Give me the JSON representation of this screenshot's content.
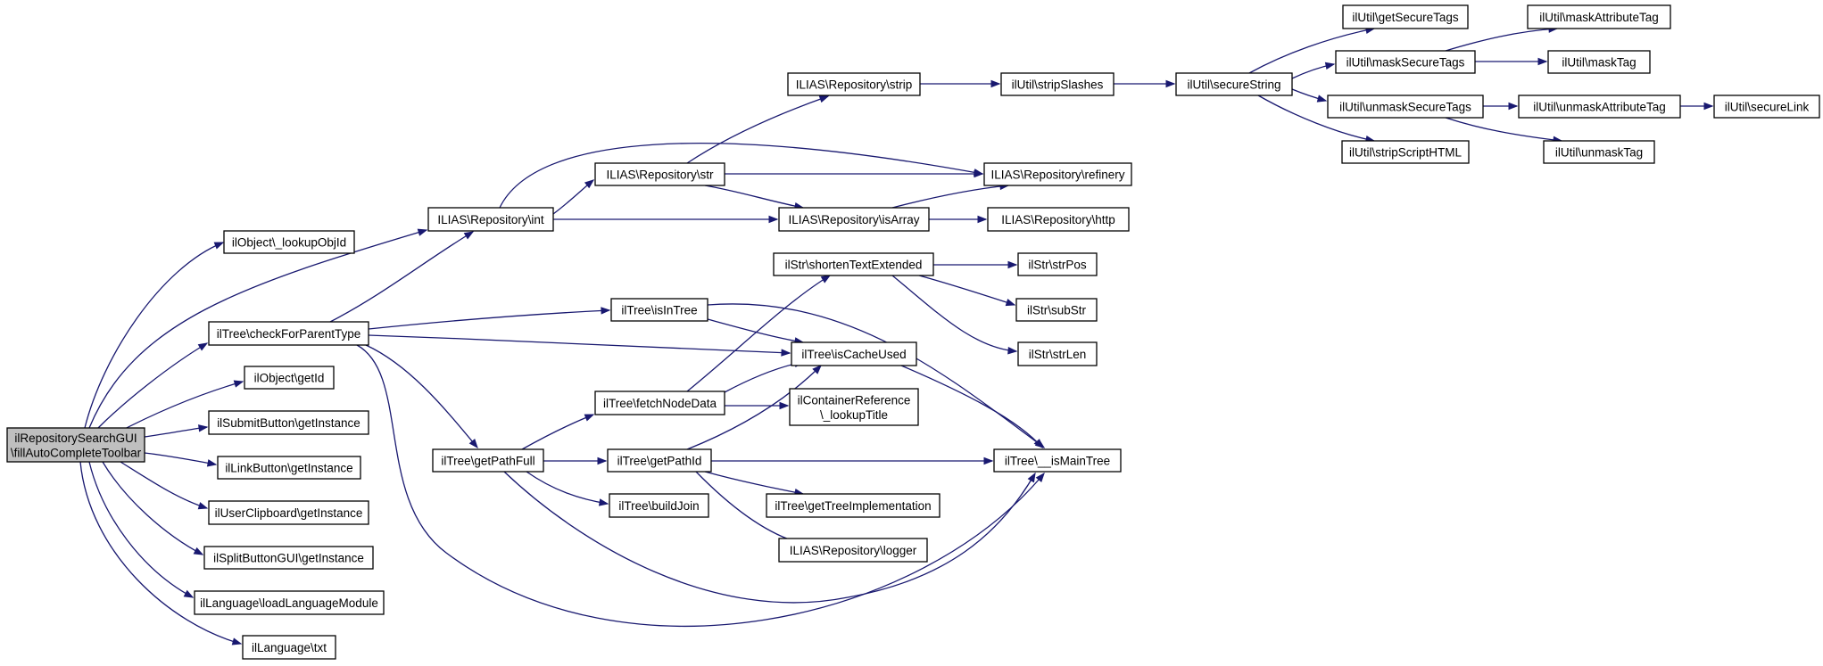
{
  "graph": {
    "type": "call-graph",
    "colors": {
      "edge": "#191970",
      "node_border": "#000000",
      "root_fill": "#bfbfbf",
      "node_fill": "#ffffff"
    },
    "nodes": [
      {
        "id": "root",
        "lines": [
          "ilRepositorySearchGUI",
          "\\fillAutoCompleteToolbar"
        ],
        "root": true
      },
      {
        "id": "lookupObjId",
        "lines": [
          "ilObject\\_lookupObjId"
        ]
      },
      {
        "id": "checkForParentType",
        "lines": [
          "ilTree\\checkForParentType"
        ]
      },
      {
        "id": "getId",
        "lines": [
          "ilObject\\getId"
        ]
      },
      {
        "id": "submitGetInstance",
        "lines": [
          "ilSubmitButton\\getInstance"
        ]
      },
      {
        "id": "linkGetInstance",
        "lines": [
          "ilLinkButton\\getInstance"
        ]
      },
      {
        "id": "clipGetInstance",
        "lines": [
          "ilUserClipboard\\getInstance"
        ]
      },
      {
        "id": "splitGetInstance",
        "lines": [
          "ilSplitButtonGUI\\getInstance"
        ]
      },
      {
        "id": "loadLangModule",
        "lines": [
          "ilLanguage\\loadLanguageModule"
        ]
      },
      {
        "id": "langTxt",
        "lines": [
          "ilLanguage\\txt"
        ]
      },
      {
        "id": "repoInt",
        "lines": [
          "ILIAS\\Repository\\int"
        ]
      },
      {
        "id": "getPathFull",
        "lines": [
          "ilTree\\getPathFull"
        ]
      },
      {
        "id": "repoStrip",
        "lines": [
          "ILIAS\\Repository\\strip"
        ]
      },
      {
        "id": "repoStr",
        "lines": [
          "ILIAS\\Repository\\str"
        ]
      },
      {
        "id": "repoIsArray",
        "lines": [
          "ILIAS\\Repository\\isArray"
        ]
      },
      {
        "id": "shortenText",
        "lines": [
          "ilStr\\shortenTextExtended"
        ]
      },
      {
        "id": "isInTree",
        "lines": [
          "ilTree\\isInTree"
        ]
      },
      {
        "id": "isCacheUsed",
        "lines": [
          "ilTree\\isCacheUsed"
        ]
      },
      {
        "id": "fetchNodeData",
        "lines": [
          "ilTree\\fetchNodeData"
        ]
      },
      {
        "id": "lookupTitle",
        "lines": [
          "ilContainerReference",
          "\\_lookupTitle"
        ]
      },
      {
        "id": "getPathId",
        "lines": [
          "ilTree\\getPathId"
        ]
      },
      {
        "id": "buildJoin",
        "lines": [
          "ilTree\\buildJoin"
        ]
      },
      {
        "id": "getTreeImpl",
        "lines": [
          "ilTree\\getTreeImplementation"
        ]
      },
      {
        "id": "repoLogger",
        "lines": [
          "ILIAS\\Repository\\logger"
        ]
      },
      {
        "id": "stripSlashes",
        "lines": [
          "ilUtil\\stripSlashes"
        ]
      },
      {
        "id": "refinery",
        "lines": [
          "ILIAS\\Repository\\refinery"
        ]
      },
      {
        "id": "repoHttp",
        "lines": [
          "ILIAS\\Repository\\http"
        ]
      },
      {
        "id": "strPos",
        "lines": [
          "ilStr\\strPos"
        ]
      },
      {
        "id": "subStr",
        "lines": [
          "ilStr\\subStr"
        ]
      },
      {
        "id": "strLen",
        "lines": [
          "ilStr\\strLen"
        ]
      },
      {
        "id": "isMainTree",
        "lines": [
          "ilTree\\__isMainTree"
        ]
      },
      {
        "id": "secureString",
        "lines": [
          "ilUtil\\secureString"
        ]
      },
      {
        "id": "getSecureTags",
        "lines": [
          "ilUtil\\getSecureTags"
        ]
      },
      {
        "id": "maskSecureTags",
        "lines": [
          "ilUtil\\maskSecureTags"
        ]
      },
      {
        "id": "unmaskSecureTags",
        "lines": [
          "ilUtil\\unmaskSecureTags"
        ]
      },
      {
        "id": "stripScriptHTML",
        "lines": [
          "ilUtil\\stripScriptHTML"
        ]
      },
      {
        "id": "maskAttributeTag",
        "lines": [
          "ilUtil\\maskAttributeTag"
        ]
      },
      {
        "id": "maskTag",
        "lines": [
          "ilUtil\\maskTag"
        ]
      },
      {
        "id": "unmaskAttributeTag",
        "lines": [
          "ilUtil\\unmaskAttributeTag"
        ]
      },
      {
        "id": "unmaskTag",
        "lines": [
          "ilUtil\\unmaskTag"
        ]
      },
      {
        "id": "secureLink",
        "lines": [
          "ilUtil\\secureLink"
        ]
      }
    ],
    "edges": [
      {
        "from": "root",
        "to": "lookupObjId"
      },
      {
        "from": "root",
        "to": "repoInt"
      },
      {
        "from": "root",
        "to": "checkForParentType"
      },
      {
        "from": "root",
        "to": "getId"
      },
      {
        "from": "root",
        "to": "submitGetInstance"
      },
      {
        "from": "root",
        "to": "linkGetInstance"
      },
      {
        "from": "root",
        "to": "clipGetInstance"
      },
      {
        "from": "root",
        "to": "splitGetInstance"
      },
      {
        "from": "root",
        "to": "loadLangModule"
      },
      {
        "from": "root",
        "to": "langTxt"
      },
      {
        "from": "checkForParentType",
        "to": "repoInt"
      },
      {
        "from": "checkForParentType",
        "to": "isInTree"
      },
      {
        "from": "checkForParentType",
        "to": "isCacheUsed"
      },
      {
        "from": "checkForParentType",
        "to": "getPathFull"
      },
      {
        "from": "checkForParentType",
        "to": "isMainTree"
      },
      {
        "from": "repoInt",
        "to": "repoStr"
      },
      {
        "from": "repoInt",
        "to": "repoIsArray"
      },
      {
        "from": "repoInt",
        "to": "refinery"
      },
      {
        "from": "repoStr",
        "to": "repoStrip"
      },
      {
        "from": "repoStr",
        "to": "refinery"
      },
      {
        "from": "repoStr",
        "to": "repoIsArray"
      },
      {
        "from": "repoIsArray",
        "to": "refinery"
      },
      {
        "from": "repoIsArray",
        "to": "repoHttp"
      },
      {
        "from": "repoStrip",
        "to": "stripSlashes"
      },
      {
        "from": "stripSlashes",
        "to": "secureString"
      },
      {
        "from": "secureString",
        "to": "getSecureTags"
      },
      {
        "from": "secureString",
        "to": "maskSecureTags"
      },
      {
        "from": "secureString",
        "to": "unmaskSecureTags"
      },
      {
        "from": "secureString",
        "to": "stripScriptHTML"
      },
      {
        "from": "maskSecureTags",
        "to": "maskAttributeTag"
      },
      {
        "from": "maskSecureTags",
        "to": "maskTag"
      },
      {
        "from": "unmaskSecureTags",
        "to": "unmaskAttributeTag"
      },
      {
        "from": "unmaskSecureTags",
        "to": "unmaskTag"
      },
      {
        "from": "unmaskAttributeTag",
        "to": "secureLink"
      },
      {
        "from": "isInTree",
        "to": "isCacheUsed"
      },
      {
        "from": "isInTree",
        "to": "isMainTree"
      },
      {
        "from": "getPathFull",
        "to": "fetchNodeData"
      },
      {
        "from": "getPathFull",
        "to": "getPathId"
      },
      {
        "from": "getPathFull",
        "to": "buildJoin"
      },
      {
        "from": "getPathFull",
        "to": "isMainTree"
      },
      {
        "from": "fetchNodeData",
        "to": "shortenText"
      },
      {
        "from": "fetchNodeData",
        "to": "isCacheUsed"
      },
      {
        "from": "fetchNodeData",
        "to": "lookupTitle"
      },
      {
        "from": "getPathId",
        "to": "isCacheUsed"
      },
      {
        "from": "getPathId",
        "to": "isMainTree"
      },
      {
        "from": "getPathId",
        "to": "getTreeImpl"
      },
      {
        "from": "getPathId",
        "to": "repoLogger"
      },
      {
        "from": "isCacheUsed",
        "to": "isMainTree"
      },
      {
        "from": "shortenText",
        "to": "strPos"
      },
      {
        "from": "shortenText",
        "to": "subStr"
      },
      {
        "from": "shortenText",
        "to": "strLen"
      }
    ]
  }
}
